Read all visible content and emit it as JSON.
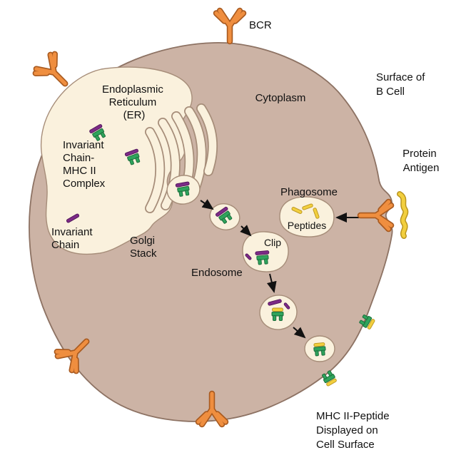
{
  "figure": {
    "labels": {
      "bcr": "BCR",
      "surface_of_b_cell": [
        "Surface of",
        "B Cell"
      ],
      "cytoplasm": "Cytoplasm",
      "er": [
        "Endoplasmic",
        "Reticulum",
        "(ER)"
      ],
      "invariant_chain_mhc_complex": [
        "Invariant",
        "Chain-",
        "MHC II",
        "Complex"
      ],
      "invariant_chain": [
        "Invariant",
        "Chain"
      ],
      "golgi_stack": [
        "Golgi",
        "Stack"
      ],
      "phagosome": "Phagosome",
      "peptides": "Peptides",
      "clip": "Clip",
      "endosome": "Endosome",
      "protein_antigen": [
        "Protein",
        "Antigen"
      ],
      "mhc_ii_peptide_displayed": [
        "MHC II-Peptide",
        "Displayed on",
        "Cell Surface"
      ]
    },
    "icons": {
      "bcr_antibody": "orange Y-shaped B-cell receptor",
      "mhc_ii": "green MHC class II molecule",
      "invariant_chain": "purple rod",
      "peptide": "yellow rod",
      "protein_antigen": "yellow squiggle antigen"
    },
    "colors": {
      "background": "#ffffff",
      "cell_body": "#ccb3a5",
      "cell_outline": "#8d7263",
      "organelle_fill": "#faf1dd",
      "organelle_outline": "#a68d79",
      "antibody_orange": "#ef8e3f",
      "antibody_outline": "#a85a20",
      "mhc_green": "#2fa45c",
      "mhc_green_dark": "#1b6e3b",
      "invariant_purple": "#7c2a86",
      "peptide_yellow": "#f2cf3e",
      "peptide_outline": "#b9941f",
      "text": "#111111",
      "arrow": "#111111"
    }
  }
}
